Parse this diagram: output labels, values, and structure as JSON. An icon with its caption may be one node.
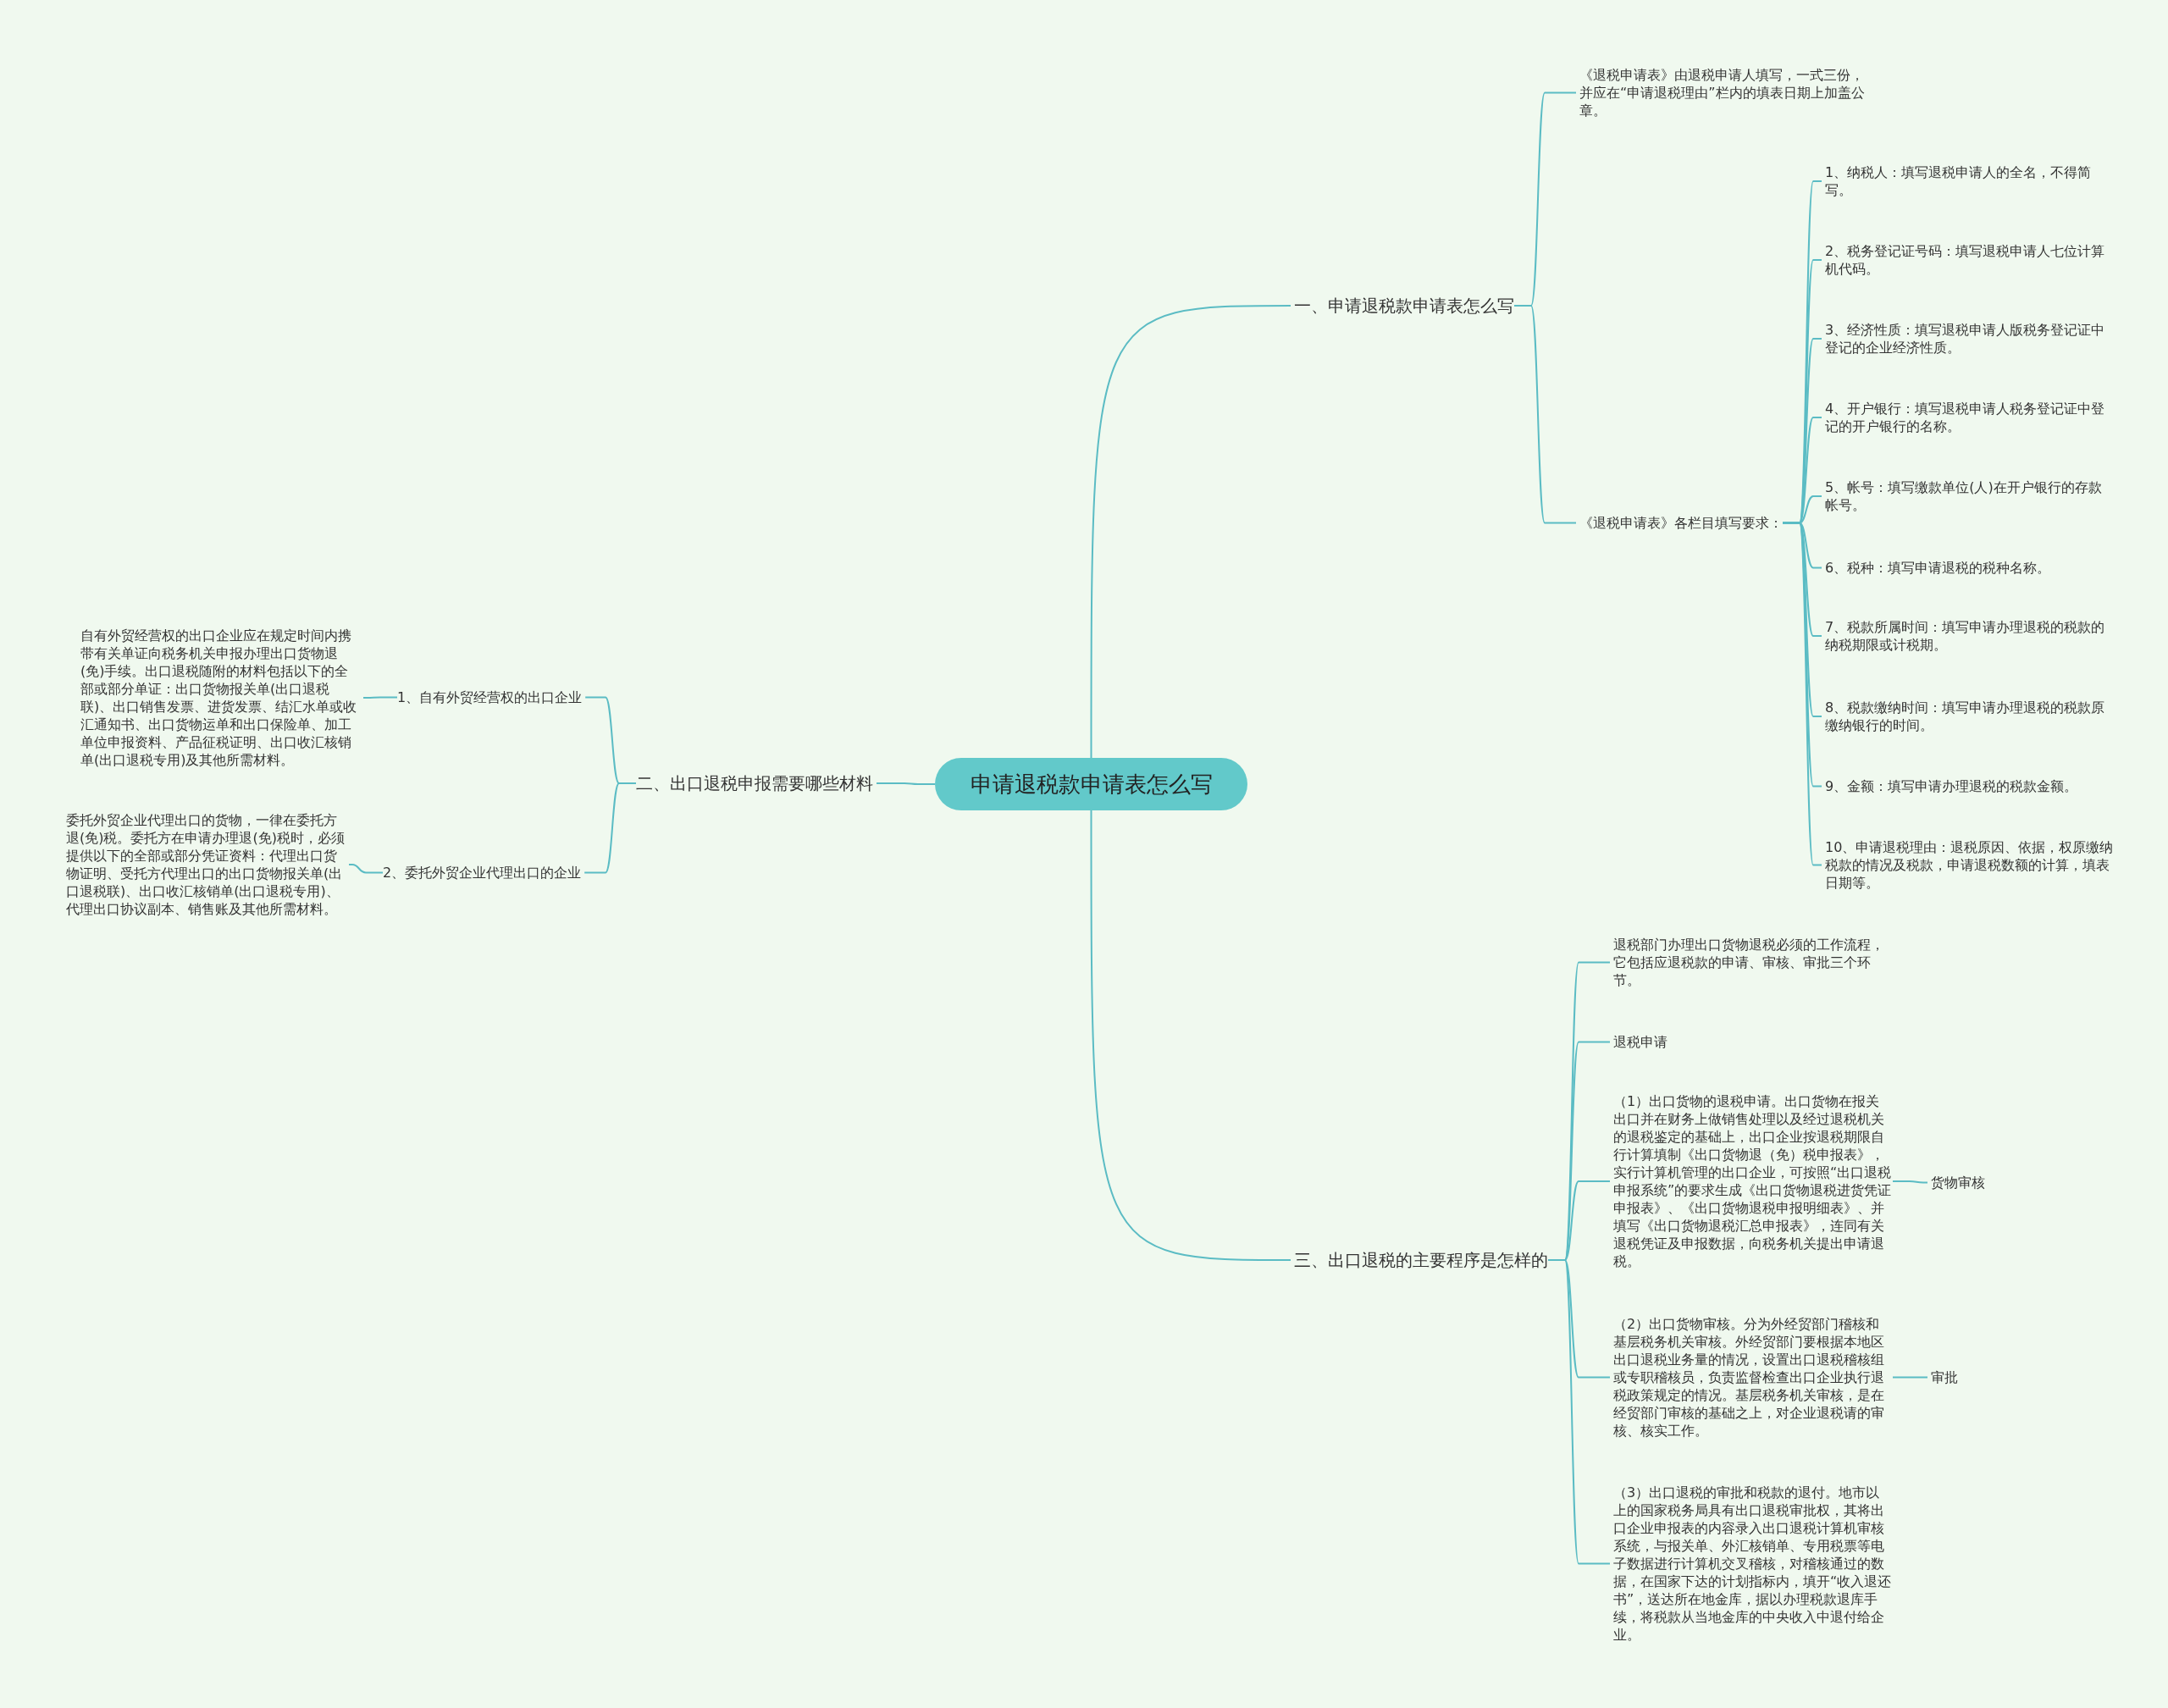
{
  "diagram": {
    "nodes": [
      {
        "text": [
          "申请退税款申请表怎么写"
        ]
      },
      {
        "text": [
          "一、申请退税款申请表怎么写"
        ]
      },
      {
        "text": [
          "《退税申请表》由退税申请人填写，一式三份，并应在“申请退税理由”栏内的填表日期上加盖公章。"
        ]
      },
      {
        "text": [
          "《退税申请表》各栏目填写要求："
        ]
      },
      {
        "text": [
          "1、纳税人：填写退税申请人的全名，不得简写。"
        ]
      },
      {
        "text": [
          "2、税务登记证号码：填写退税申请人七位计算机代码。"
        ]
      },
      {
        "text": [
          "3、经济性质：填写退税申请人版税务登记证中登记的企业经济性质。"
        ]
      },
      {
        "text": [
          "4、开户银行：填写退税申请人税务登记证中登记的开户银行的名称。"
        ]
      },
      {
        "text": [
          "5、帐号：填写缴款单位(人)在开户银行的存款帐号。"
        ]
      },
      {
        "text": [
          "6、税种：填写申请退税的税种名称。"
        ]
      },
      {
        "text": [
          "7、税款所属时间：填写申请办理退税的税款的纳税期限或计税期。"
        ]
      },
      {
        "text": [
          "8、税款缴纳时间：填写申请办理退税的税款原缴纳银行的时间。"
        ]
      },
      {
        "text": [
          "9、金额：填写申请办理退税的税款金额。"
        ]
      },
      {
        "text": [
          "10、申请退税理由：退税原因、依据，权原缴纳税款的情况及税款，申请退税数额的计算，填表日期等。"
        ]
      },
      {
        "text": [
          "二、出口退税申报需要哪些材料"
        ]
      },
      {
        "text": [
          "1、自有外贸经营权的出口企业"
        ]
      },
      {
        "text": [
          "自有外贸经营权的出口企业应在规定时间内携带有关单证向税务机关申报办理出口货物退(免)手续。出口退税随附的材料包括以下的全部或部分单证：出口货物报关单(出口退税联)、出口销售发票、进货发票、结汇水单或收汇通知书、出口货物运单和出口保险单、加工单位申报资料、产品征税证明、出口收汇核销单(出口退税专用)及其他所需材料。"
        ]
      },
      {
        "text": [
          "2、委托外贸企业代理出口的企业"
        ]
      },
      {
        "text": [
          "委托外贸企业代理出口的货物，一律在委托方退(免)税。委托方在申请办理退(免)税时，必须提供以下的全部或部分凭证资料：代理出口货物证明、受托方代理出口的出口货物报关单(出口退税联)、出口收汇核销单(出口退税专用)、代理出口协议副本、销售账及其他所需材料。"
        ]
      },
      {
        "text": [
          "三、出口退税的主要程序是怎样的"
        ]
      },
      {
        "text": [
          "退税部门办理出口货物退税必须的工作流程，它包括应退税款的申请、审核、审批三个环节。"
        ]
      },
      {
        "text": [
          "退税申请"
        ]
      },
      {
        "text": [
          "（1）出口货物的退税申请。出口货物在报关出口并在财务上做销售处理以及经过退税机关的退税鉴定的基础上，出口企业按退税期限自行计算填制《出口货物退（免）税申报表》，实行计算机管理的出口企业，可按照“出口退税申报系统”的要求生成《出口货物退税进货凭证申报表》、《出口货物退税申报明细表》、并填写《出口货物退税汇总申报表》，连同有关退税凭证及申报数据，向税务机关提出申请退税。"
        ]
      },
      {
        "text": [
          "货物审核"
        ]
      },
      {
        "text": [
          "（2）出口货物审核。分为外经贸部门稽核和基层税务机关审核。外经贸部门要根据本地区出口退税业务量的情况，设置出口退税稽核组或专职稽核员，负责监督检查出口企业执行退税政策规定的情况。基层税务机关审核，是在经贸部门审核的基础之上，对企业退税请的审核、核实工作。"
        ]
      },
      {
        "text": [
          "审批"
        ]
      },
      {
        "text": [
          "（3）出口退税的审批和税款的退付。地市以上的国家税务局具有出口退税审批权，其将出口企业申报表的内容录入出口退税计算机审核系统，与报关单、外汇核销单、专用税票等电子数据进行计算机交叉稽核，对稽核通过的数据，在国家下达的计划指标内，填开“收入退还书”，送达所在地金库，据以办理税款退库手续，将税款从当地金库的中央收入中退付给企业。"
        ]
      }
    ],
    "edges": [
      {
        "from": 0,
        "to": 1,
        "arrow": "none"
      },
      {
        "from": 1,
        "to": 2,
        "arrow": "none"
      },
      {
        "from": 1,
        "to": 3,
        "arrow": "none"
      },
      {
        "from": 3,
        "to": 4,
        "arrow": "none"
      },
      {
        "from": 3,
        "to": 5,
        "arrow": "none"
      },
      {
        "from": 3,
        "to": 6,
        "arrow": "none"
      },
      {
        "from": 3,
        "to": 7,
        "arrow": "none"
      },
      {
        "from": 3,
        "to": 8,
        "arrow": "none"
      },
      {
        "from": 3,
        "to": 9,
        "arrow": "none"
      },
      {
        "from": 3,
        "to": 10,
        "arrow": "none"
      },
      {
        "from": 3,
        "to": 11,
        "arrow": "none"
      },
      {
        "from": 3,
        "to": 12,
        "arrow": "none"
      },
      {
        "from": 3,
        "to": 13,
        "arrow": "none"
      },
      {
        "from": 0,
        "to": 14,
        "arrow": "none"
      },
      {
        "from": 14,
        "to": 15,
        "arrow": "none"
      },
      {
        "from": 15,
        "to": 16,
        "arrow": "none"
      },
      {
        "from": 14,
        "to": 17,
        "arrow": "none"
      },
      {
        "from": 17,
        "to": 18,
        "arrow": "none"
      },
      {
        "from": 0,
        "to": 19,
        "arrow": "none"
      },
      {
        "from": 19,
        "to": 20,
        "arrow": "none"
      },
      {
        "from": 19,
        "to": 21,
        "arrow": "none"
      },
      {
        "from": 19,
        "to": 22,
        "arrow": "none"
      },
      {
        "from": 22,
        "to": 23,
        "arrow": "none"
      },
      {
        "from": 19,
        "to": 24,
        "arrow": "none"
      },
      {
        "from": 24,
        "to": 25,
        "arrow": "none"
      },
      {
        "from": 19,
        "to": 26,
        "arrow": "none"
      }
    ]
  }
}
